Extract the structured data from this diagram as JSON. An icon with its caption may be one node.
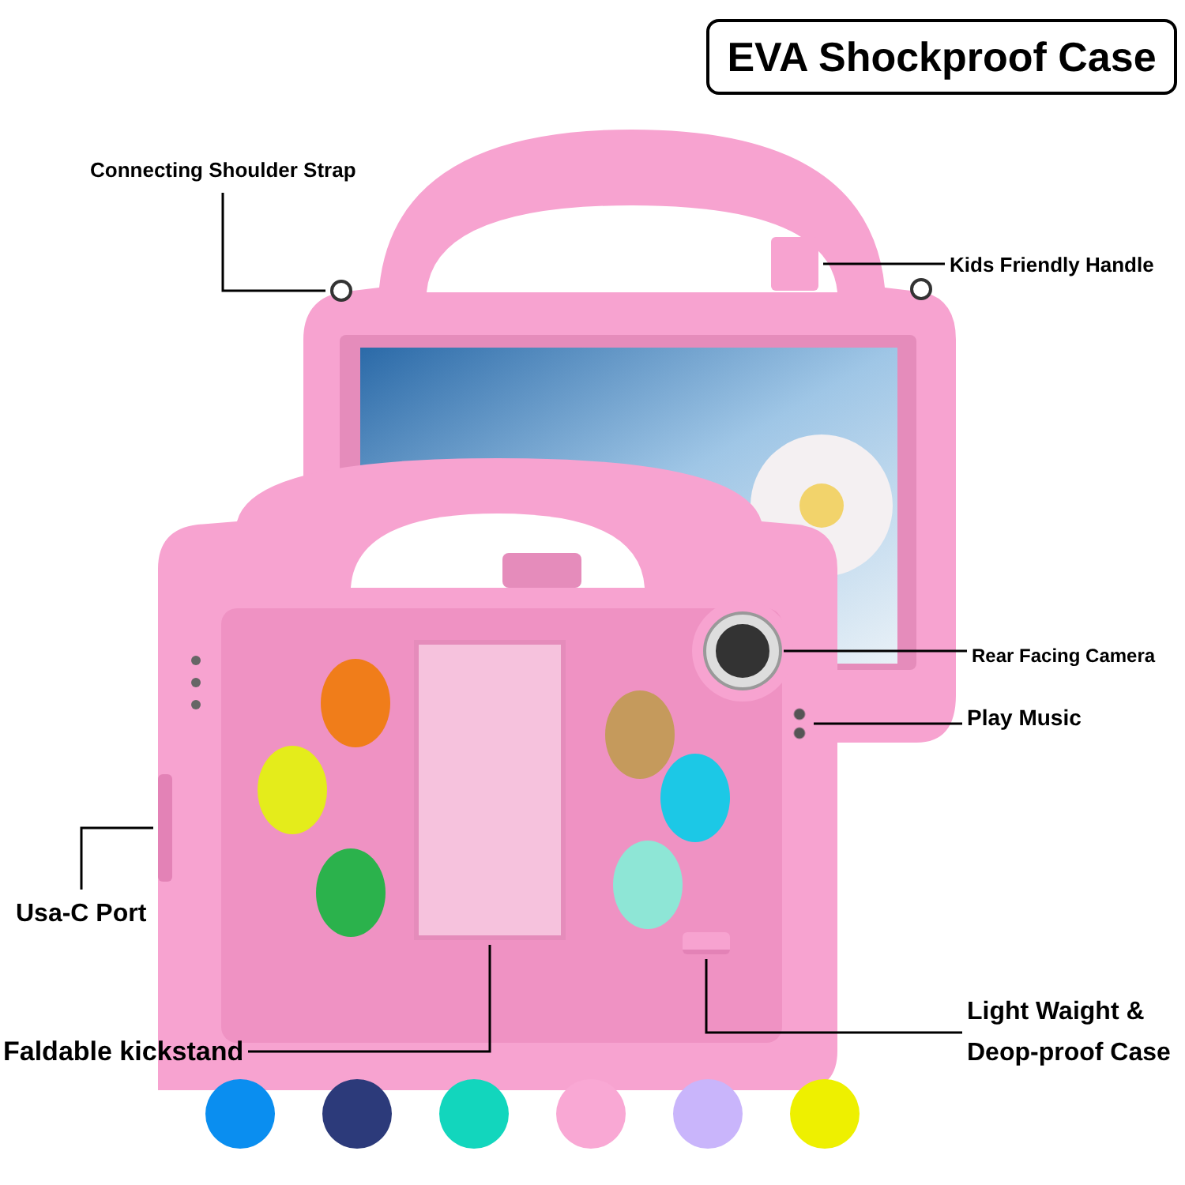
{
  "diagram": {
    "title": "EVA Shockproof Case",
    "nodes": [
      {
        "text": [
          "Connecting Shoulder Strap"
        ]
      },
      {
        "text": [],
        "shape": "circle"
      },
      {
        "text": [
          "Kids Friendly Handle"
        ]
      },
      {
        "text": [],
        "shape": "bar"
      },
      {
        "text": [
          "Rear Facing Camera"
        ]
      },
      {
        "text": [],
        "shape": "circle"
      },
      {
        "text": [
          "Play Music"
        ]
      },
      {
        "text": [],
        "shape": "circle"
      },
      {
        "text": [
          "Usa-C Port"
        ]
      },
      {
        "text": [],
        "shape": "bar"
      },
      {
        "text": [
          "Faldable kickstand"
        ]
      },
      {
        "text": [],
        "shape": "box"
      },
      {
        "text": [
          "Light Waight & Deop-proof Case"
        ]
      },
      {
        "text": [],
        "shape": "bar"
      }
    ],
    "edges": [
      {
        "from": 0,
        "to": 1,
        "arrow": "none"
      },
      {
        "from": 2,
        "to": 3,
        "arrow": "none"
      },
      {
        "from": 4,
        "to": 5,
        "arrow": "none"
      },
      {
        "from": 6,
        "to": 7,
        "arrow": "none"
      },
      {
        "from": 8,
        "to": 9,
        "arrow": "none"
      },
      {
        "from": 10,
        "to": 11,
        "arrow": "none"
      },
      {
        "from": 12,
        "to": 13,
        "arrow": "none"
      }
    ]
  }
}
